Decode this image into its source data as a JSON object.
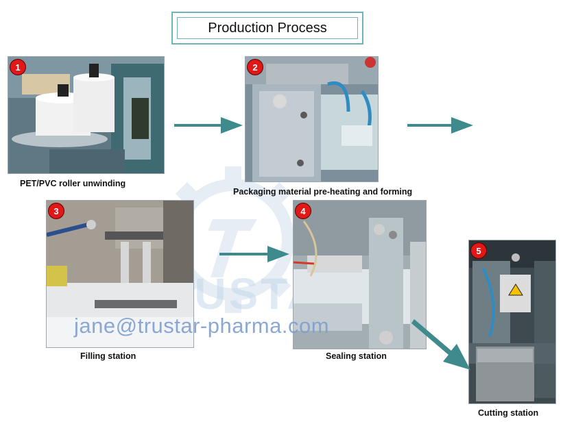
{
  "title": "Production Process",
  "watermark": {
    "brand": "TRUSTAR",
    "email": "jane@trustar-pharma.com"
  },
  "steps": [
    {
      "number": "1",
      "caption": "PET/PVC roller unwinding"
    },
    {
      "number": "2",
      "caption": "Packaging material pre-heating and forming"
    },
    {
      "number": "3",
      "caption": "Filling station"
    },
    {
      "number": "4",
      "caption": "Sealing station"
    },
    {
      "number": "5",
      "caption": "Cutting station"
    }
  ],
  "colors": {
    "arrow": "#3e8a8c",
    "badge": "#e01818",
    "title_border": "#6fb5b8"
  }
}
